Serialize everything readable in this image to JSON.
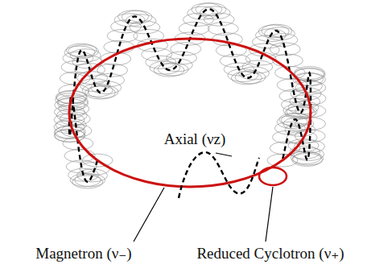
{
  "diagram": {
    "labels": [
      "Axial (νz)",
      "Magnetron (ν₋)",
      "Reduced Cyclotron (ν₊)"
    ]
  }
}
